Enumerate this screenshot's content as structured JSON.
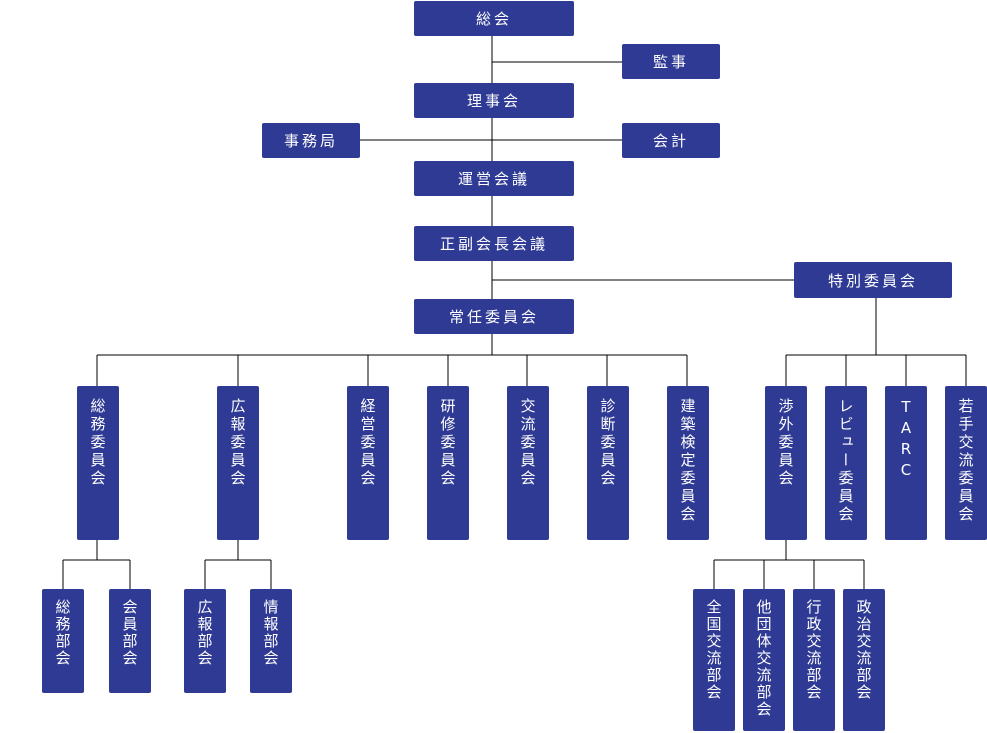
{
  "colors": {
    "box": "#2e3a93",
    "text": "#ffffff",
    "line": "#000000"
  },
  "top": {
    "sokai": "総会",
    "kansa": "監事",
    "rijikai": "理事会",
    "jimukyoku": "事務局",
    "kaikei": "会計",
    "unei": "運営会議",
    "seifuku": "正副会長会議",
    "tokubetsu": "特別委員会",
    "joninn": "常任委員会"
  },
  "committees": {
    "somu": "総務委員会",
    "koho": "広報委員会",
    "keiei": "経営委員会",
    "kenshu": "研修委員会",
    "koryu": "交流委員会",
    "shindan": "診断委員会",
    "kenchiku": "建築検定委員会",
    "shogai": "渉外委員会",
    "review": "レビュー委員会",
    "tarc": "TARC",
    "wakate": "若手交流委員会"
  },
  "departments": {
    "somu_bu": "総務部会",
    "kaiin_bu": "会員部会",
    "koho_bu": "広報部会",
    "joho_bu": "情報部会",
    "zenkoku": "全国交流部会",
    "tadantai": "他団体交流部会",
    "gyosei": "行政交流部会",
    "seiji": "政治交流部会"
  }
}
